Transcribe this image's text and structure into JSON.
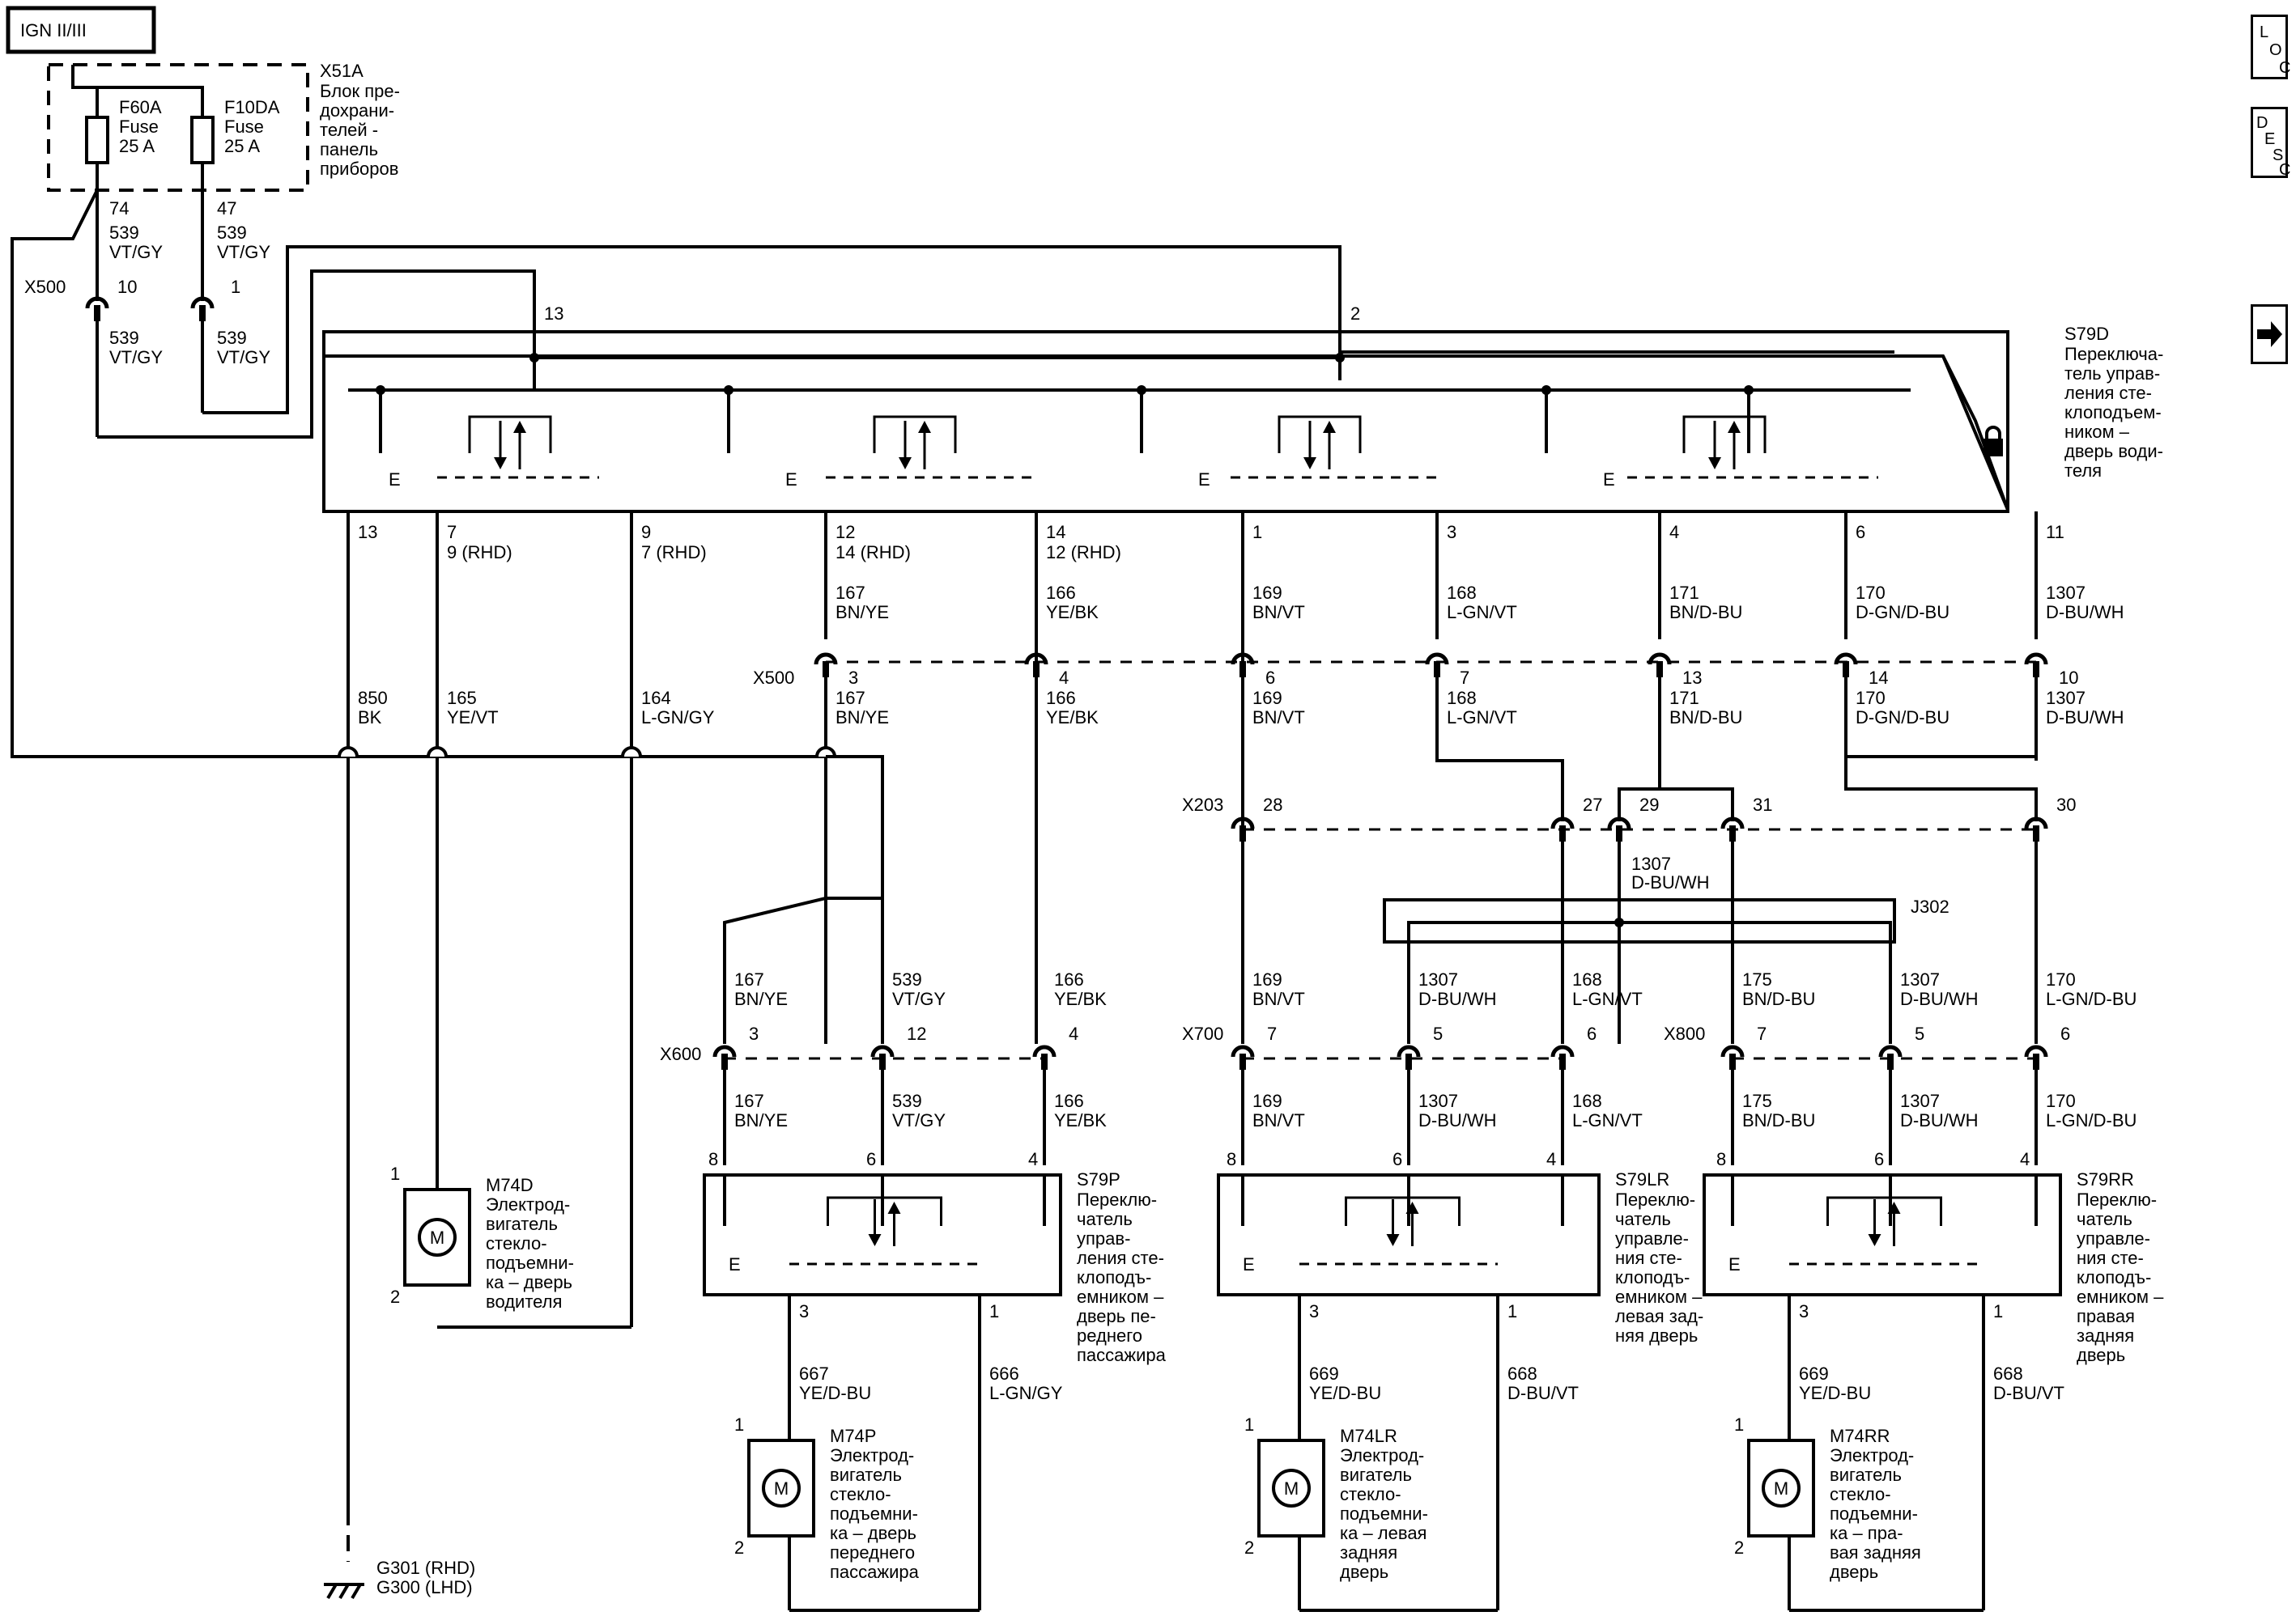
{
  "nav": {
    "loc": [
      "L",
      "O",
      "C"
    ],
    "desc": [
      "D",
      "E",
      "S",
      "C"
    ],
    "next_icon": "arrow-right-icon"
  },
  "header": {
    "ign": "IGN II/III"
  },
  "fuse_block": {
    "id": "X51A",
    "desc": [
      "Блок пре-",
      "дохрани-",
      "телей -",
      "панель",
      "приборов"
    ],
    "fuses": [
      {
        "name": "F60A",
        "lines": [
          "F60A",
          "Fuse",
          "25 A"
        ]
      },
      {
        "name": "F10DA",
        "lines": [
          "F10DA",
          "Fuse",
          "25 A"
        ]
      }
    ]
  },
  "upper_wires": [
    {
      "pin": "74",
      "num": "539",
      "color": "VT/GY"
    },
    {
      "pin": "47",
      "num": "539",
      "color": "VT/GY"
    }
  ],
  "x500_top": {
    "label": "X500",
    "pins": [
      "10",
      "1"
    ],
    "wires": [
      {
        "num": "539",
        "color": "VT/GY"
      },
      {
        "num": "539",
        "color": "VT/GY"
      }
    ]
  },
  "driver_switch": {
    "id": "S79D",
    "desc": [
      "Переключа-",
      "тель управ-",
      "ления сте-",
      "клоподъем-",
      "ником –",
      "дверь води-",
      "теля"
    ],
    "top_pins": [
      "13",
      "2"
    ],
    "bottom_pins": [
      {
        "pin": "13",
        "alt": ""
      },
      {
        "pin": "7",
        "alt": "9 (RHD)"
      },
      {
        "pin": "9",
        "alt": "7 (RHD)"
      },
      {
        "pin": "12",
        "alt": "14 (RHD)"
      },
      {
        "pin": "14",
        "alt": "12 (RHD)"
      },
      {
        "pin": "1",
        "alt": ""
      },
      {
        "pin": "3",
        "alt": ""
      },
      {
        "pin": "4",
        "alt": ""
      },
      {
        "pin": "6",
        "alt": ""
      },
      {
        "pin": "11",
        "alt": ""
      }
    ]
  },
  "wires_above_x500": [
    {
      "num": "167",
      "color": "BN/YE"
    },
    {
      "num": "166",
      "color": "YE/BK"
    },
    {
      "num": "169",
      "color": "BN/VT"
    },
    {
      "num": "168",
      "color": "L-GN/VT"
    },
    {
      "num": "171",
      "color": "BN/D-BU"
    },
    {
      "num": "170",
      "color": "D-GN/D-BU"
    },
    {
      "num": "1307",
      "color": "D-BU/WH"
    }
  ],
  "x500_mid": {
    "label": "X500",
    "pins": [
      "3",
      "4",
      "6",
      "7",
      "13",
      "14",
      "10"
    ]
  },
  "wires_below_x500": [
    {
      "num": "850",
      "color": "BK"
    },
    {
      "num": "165",
      "color": "YE/VT"
    },
    {
      "num": "164",
      "color": "L-GN/GY"
    },
    {
      "num": "167",
      "color": "BN/YE"
    },
    {
      "num": "166",
      "color": "YE/BK"
    },
    {
      "num": "169",
      "color": "BN/VT"
    },
    {
      "num": "168",
      "color": "L-GN/VT"
    },
    {
      "num": "171",
      "color": "BN/D-BU"
    },
    {
      "num": "170",
      "color": "D-GN/D-BU"
    },
    {
      "num": "1307",
      "color": "D-BU/WH"
    }
  ],
  "x203": {
    "label": "X203",
    "pins": [
      "28",
      "27",
      "29",
      "31",
      "30"
    ]
  },
  "j302": {
    "label": "J302",
    "wire": {
      "num": "1307",
      "color": "D-BU/WH"
    }
  },
  "wires_above_lower": [
    {
      "num": "167",
      "color": "BN/YE"
    },
    {
      "num": "539",
      "color": "VT/GY"
    },
    {
      "num": "166",
      "color": "YE/BK"
    },
    {
      "num": "169",
      "color": "BN/VT"
    },
    {
      "num": "1307",
      "color": "D-BU/WH"
    },
    {
      "num": "168",
      "color": "L-GN/VT"
    },
    {
      "num": "175",
      "color": "BN/D-BU"
    },
    {
      "num": "1307",
      "color": "D-BU/WH"
    },
    {
      "num": "170",
      "color": "L-GN/D-BU"
    }
  ],
  "x600": {
    "label": "X600",
    "pins": [
      "3",
      "12",
      "4"
    ]
  },
  "x700": {
    "label": "X700",
    "pins": [
      "7",
      "5",
      "6"
    ]
  },
  "x800": {
    "label": "X800",
    "pins": [
      "7",
      "5",
      "6"
    ]
  },
  "wires_below_lower": [
    {
      "num": "167",
      "color": "BN/YE"
    },
    {
      "num": "539",
      "color": "VT/GY"
    },
    {
      "num": "166",
      "color": "YE/BK"
    },
    {
      "num": "169",
      "color": "BN/VT"
    },
    {
      "num": "1307",
      "color": "D-BU/WH"
    },
    {
      "num": "168",
      "color": "L-GN/VT"
    },
    {
      "num": "175",
      "color": "BN/D-BU"
    },
    {
      "num": "1307",
      "color": "D-BU/WH"
    },
    {
      "num": "170",
      "color": "L-GN/D-BU"
    }
  ],
  "door_switches": [
    {
      "id": "S79P",
      "desc": [
        "Переклю-",
        "чатель",
        "управ-",
        "ления сте-",
        "клоподъ-",
        "емником –",
        "дверь пе-",
        "реднего",
        "пассажира"
      ],
      "pins": [
        "8",
        "6",
        "4",
        "3",
        "1"
      ]
    },
    {
      "id": "S79LR",
      "desc": [
        "Переклю-",
        "чатель",
        "управле-",
        "ния сте-",
        "клоподъ-",
        "емником –",
        "левая зад-",
        "няя дверь"
      ],
      "pins": [
        "8",
        "6",
        "4",
        "3",
        "1"
      ]
    },
    {
      "id": "S79RR",
      "desc": [
        "Переклю-",
        "чатель",
        "управле-",
        "ния сте-",
        "клоподъ-",
        "емником –",
        "правая",
        "задняя",
        "дверь"
      ],
      "pins": [
        "8",
        "6",
        "4",
        "3",
        "1"
      ]
    }
  ],
  "motor_wires": [
    {
      "num": "667",
      "color": "YE/D-BU"
    },
    {
      "num": "666",
      "color": "L-GN/GY"
    },
    {
      "num": "669",
      "color": "YE/D-BU"
    },
    {
      "num": "668",
      "color": "D-BU/VT"
    },
    {
      "num": "669",
      "color": "YE/D-BU"
    },
    {
      "num": "668",
      "color": "D-BU/VT"
    }
  ],
  "motors": [
    {
      "id": "M74D",
      "pins": [
        "1",
        "2"
      ],
      "desc": [
        "Электрод-",
        "вигатель",
        "стекло-",
        "подъемни-",
        "ка – дверь",
        "водителя"
      ]
    },
    {
      "id": "M74P",
      "pins": [
        "1",
        "2"
      ],
      "desc": [
        "Электрод-",
        "вигатель",
        "стекло-",
        "подъемни-",
        "ка – дверь",
        "переднего",
        "пассажира"
      ]
    },
    {
      "id": "M74LR",
      "pins": [
        "1",
        "2"
      ],
      "desc": [
        "Электрод-",
        "вигатель",
        "стекло-",
        "подъемни-",
        "ка – левая",
        "задняя",
        "дверь"
      ]
    },
    {
      "id": "M74RR",
      "pins": [
        "1",
        "2"
      ],
      "desc": [
        "Электрод-",
        "вигатель",
        "стекло-",
        "подъемни-",
        "ка – пра-",
        "вая задняя",
        "дверь"
      ]
    }
  ],
  "motor_symbol": "M",
  "ground": {
    "lines": [
      "G301 (RHD)",
      "G300 (LHD)"
    ]
  },
  "lock_icon": "lock-icon"
}
